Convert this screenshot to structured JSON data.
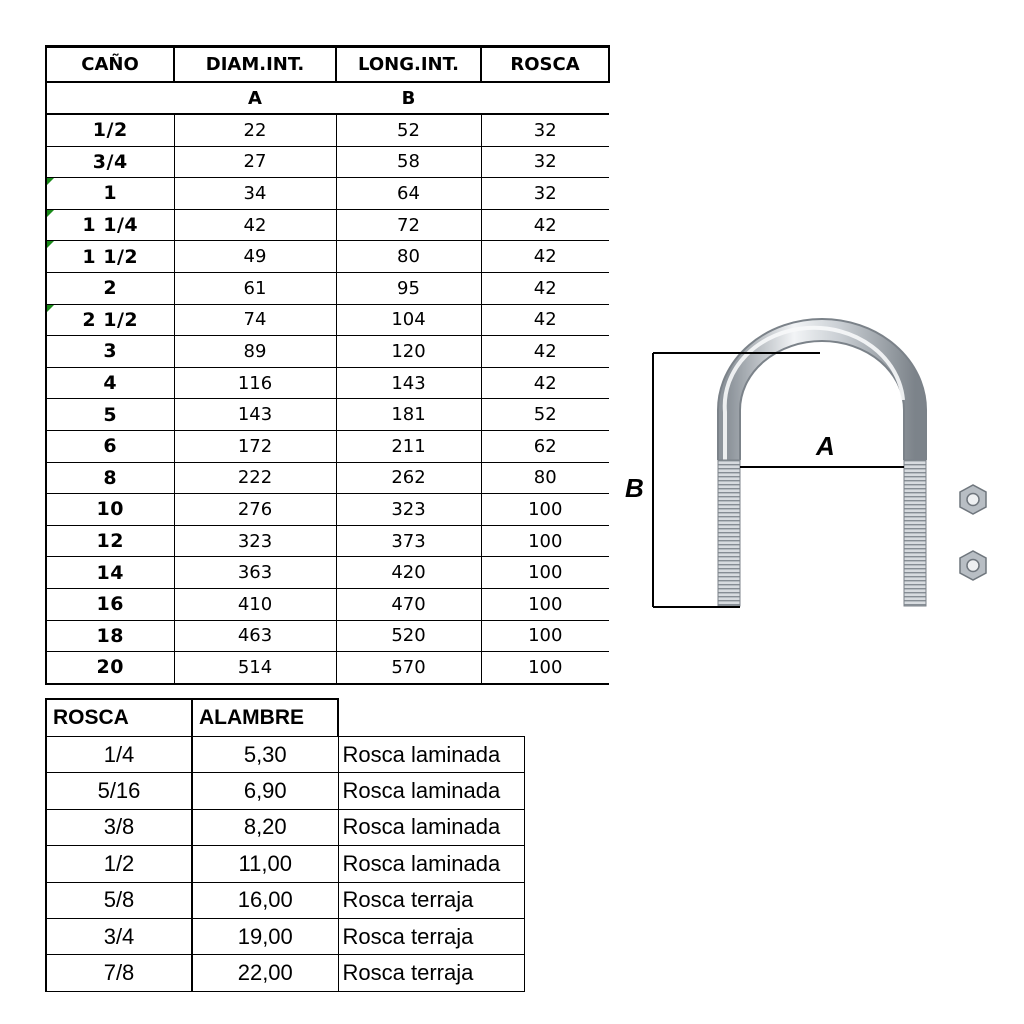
{
  "main_table": {
    "headers": [
      "CAÑO",
      "DIAM.INT.",
      "LONG.INT.",
      "ROSCA"
    ],
    "subheaders": [
      "",
      "A",
      "B",
      ""
    ],
    "rows": [
      [
        "1/2",
        "22",
        "52",
        "32"
      ],
      [
        "3/4",
        "27",
        "58",
        "32"
      ],
      [
        "1",
        "34",
        "64",
        "32"
      ],
      [
        "1 1/4",
        "42",
        "72",
        "42"
      ],
      [
        "1 1/2",
        "49",
        "80",
        "42"
      ],
      [
        "2",
        "61",
        "95",
        "42"
      ],
      [
        "2 1/2",
        "74",
        "104",
        "42"
      ],
      [
        "3",
        "89",
        "120",
        "42"
      ],
      [
        "4",
        "116",
        "143",
        "42"
      ],
      [
        "5",
        "143",
        "181",
        "52"
      ],
      [
        "6",
        "172",
        "211",
        "62"
      ],
      [
        "8",
        "222",
        "262",
        "80"
      ],
      [
        "10",
        "276",
        "323",
        "100"
      ],
      [
        "12",
        "323",
        "373",
        "100"
      ],
      [
        "14",
        "363",
        "420",
        "100"
      ],
      [
        "16",
        "410",
        "470",
        "100"
      ],
      [
        "18",
        "463",
        "520",
        "100"
      ],
      [
        "20",
        "514",
        "570",
        "100"
      ]
    ]
  },
  "rosca_table": {
    "headers": [
      "ROSCA",
      "ALAMBRE",
      ""
    ],
    "rows": [
      [
        "1/4",
        "5,30",
        "Rosca laminada"
      ],
      [
        "5/16",
        "6,90",
        "Rosca laminada"
      ],
      [
        "3/8",
        "8,20",
        "Rosca laminada"
      ],
      [
        "1/2",
        "11,00",
        "Rosca laminada"
      ],
      [
        "5/8",
        "16,00",
        "Rosca terraja"
      ],
      [
        "3/4",
        "19,00",
        "Rosca terraja"
      ],
      [
        "7/8",
        "22,00",
        "Rosca terraja"
      ]
    ]
  },
  "diagram": {
    "label_a": "A",
    "label_b": "B",
    "icons": [
      "u-bolt-icon",
      "hex-nut-icon"
    ]
  }
}
